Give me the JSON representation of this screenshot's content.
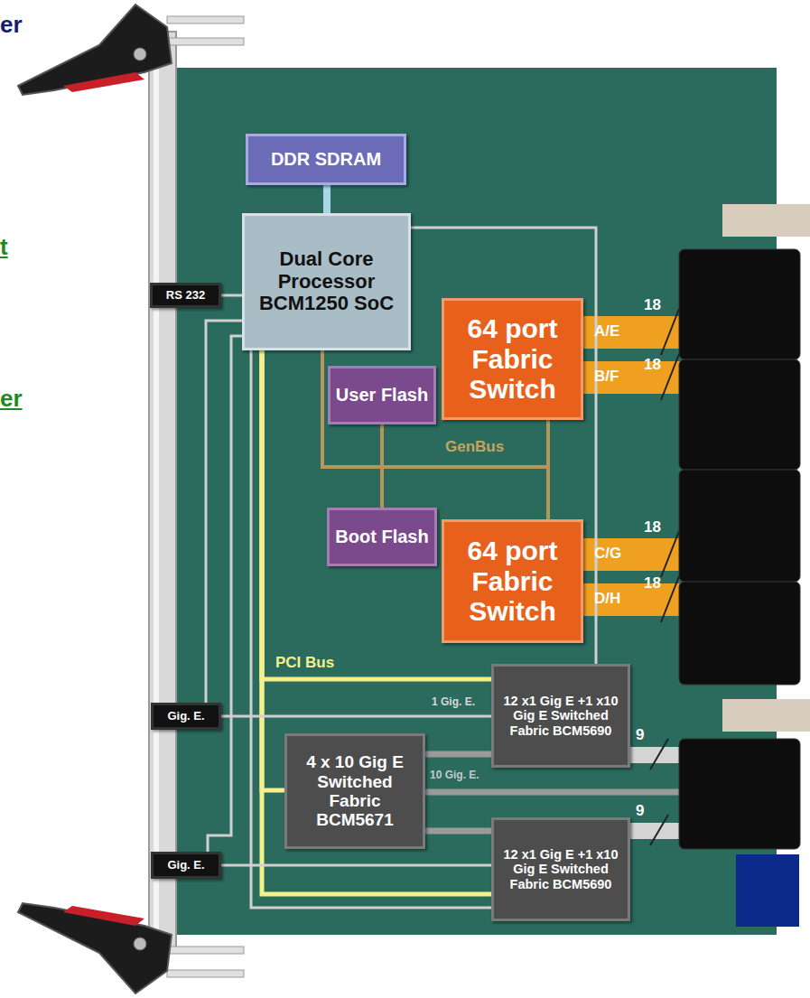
{
  "diagram": {
    "nodes": [
      {
        "text": [
          "DDR SDRAM"
        ]
      },
      {
        "text": [
          "Dual Core Processor BCM1250 SoC"
        ]
      },
      {
        "text": [
          "RS 232"
        ]
      },
      {
        "text": [
          "64 port Fabric Switch"
        ]
      },
      {
        "text": [
          "User Flash"
        ]
      },
      {
        "text": [
          "Boot Flash"
        ]
      },
      {
        "text": [
          "64 port Fabric Switch"
        ]
      },
      {
        "text": [
          "Gig. E."
        ]
      },
      {
        "text": [
          "12 x1 Gig E +1 x10 Gig E Switched Fabric BCM5690"
        ]
      },
      {
        "text": [
          "4 x 10 Gig E Switched Fabric BCM5671"
        ]
      },
      {
        "text": [
          "Gig. E."
        ]
      },
      {
        "text": [
          "12 x1 Gig E +1 x10 Gig E Switched Fabric BCM5690"
        ]
      }
    ],
    "edges": [
      {
        "from": 0,
        "to": 1,
        "arrow": "none"
      },
      {
        "from": 1,
        "to": 2,
        "arrow": "none"
      },
      {
        "from": 1,
        "to": 4,
        "arrow": "none"
      },
      {
        "from": 1,
        "to": 5,
        "arrow": "none"
      },
      {
        "from": 1,
        "to": 3,
        "arrow": "none"
      },
      {
        "from": 1,
        "to": 6,
        "arrow": "none"
      },
      {
        "from": 1,
        "to": 8,
        "arrow": "none"
      },
      {
        "from": 1,
        "to": 9,
        "arrow": "none"
      },
      {
        "from": 1,
        "to": 11,
        "arrow": "none"
      },
      {
        "from": 1,
        "to": 8,
        "arrow": "none"
      },
      {
        "from": 1,
        "to": 11,
        "arrow": "none"
      },
      {
        "from": 1,
        "to": 7,
        "arrow": "none"
      },
      {
        "from": 1,
        "to": 10,
        "arrow": "none"
      },
      {
        "from": 7,
        "to": 8,
        "label": "1 Gig. E.",
        "arrow": "none"
      },
      {
        "from": 10,
        "to": 11,
        "arrow": "none"
      },
      {
        "from": 9,
        "to": 8,
        "arrow": "none"
      },
      {
        "from": 9,
        "to": 11,
        "arrow": "none"
      }
    ],
    "labels": [
      "er",
      "t",
      "er",
      "A/E",
      "B/F",
      "C/G",
      "D/H",
      "18",
      "18",
      "18",
      "18",
      "GenBus",
      "PCI Bus",
      "10 Gig. E.",
      "9",
      "9"
    ]
  }
}
